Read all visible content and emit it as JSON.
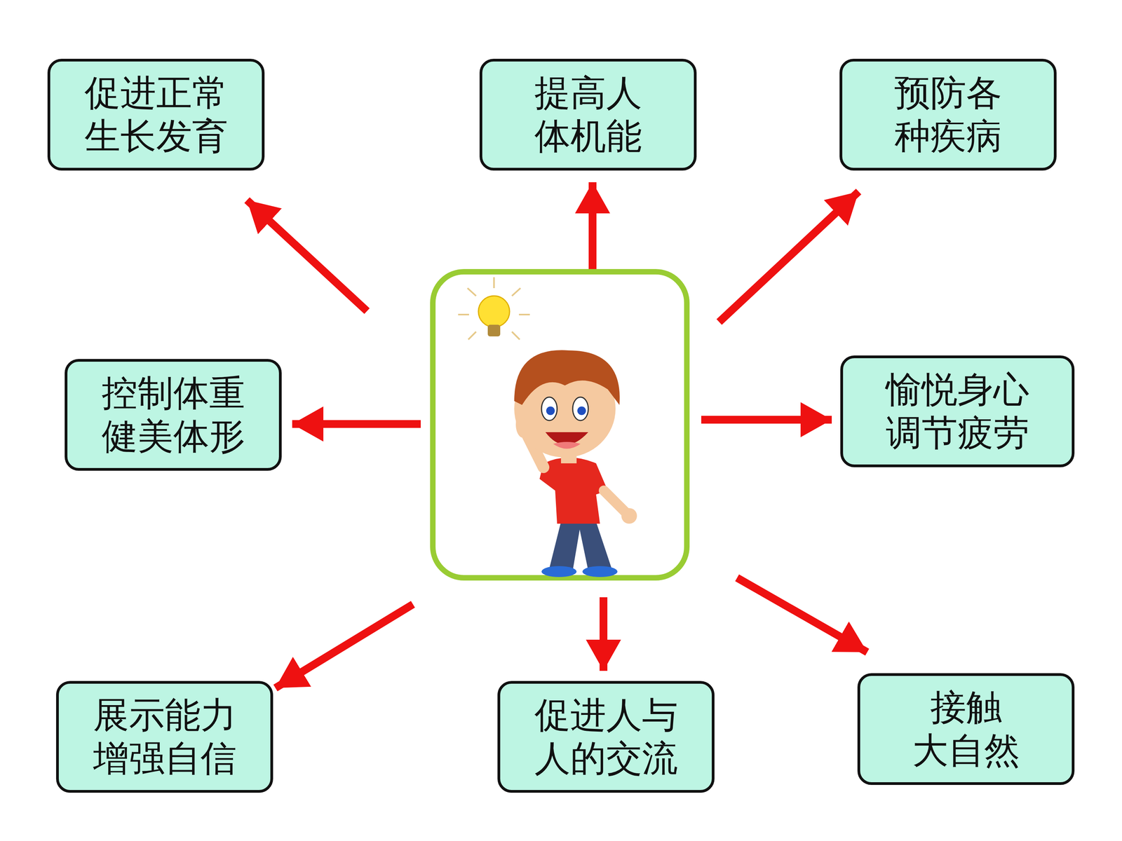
{
  "diagram": {
    "nodes": [
      {
        "text": [
          "促进正常 生长发育"
        ]
      },
      {
        "text": [
          "提高人 体机能"
        ]
      },
      {
        "text": [
          "预防各 种疾病"
        ]
      },
      {
        "text": [
          "控制体重 健美体形"
        ]
      },
      {
        "text": [
          "愉悦身心 调节疲劳"
        ]
      },
      {
        "text": [
          "展示能力 增强自信"
        ]
      },
      {
        "text": [
          "促进人与 人的交流"
        ]
      },
      {
        "text": [
          "接触 大自然"
        ]
      }
    ]
  }
}
